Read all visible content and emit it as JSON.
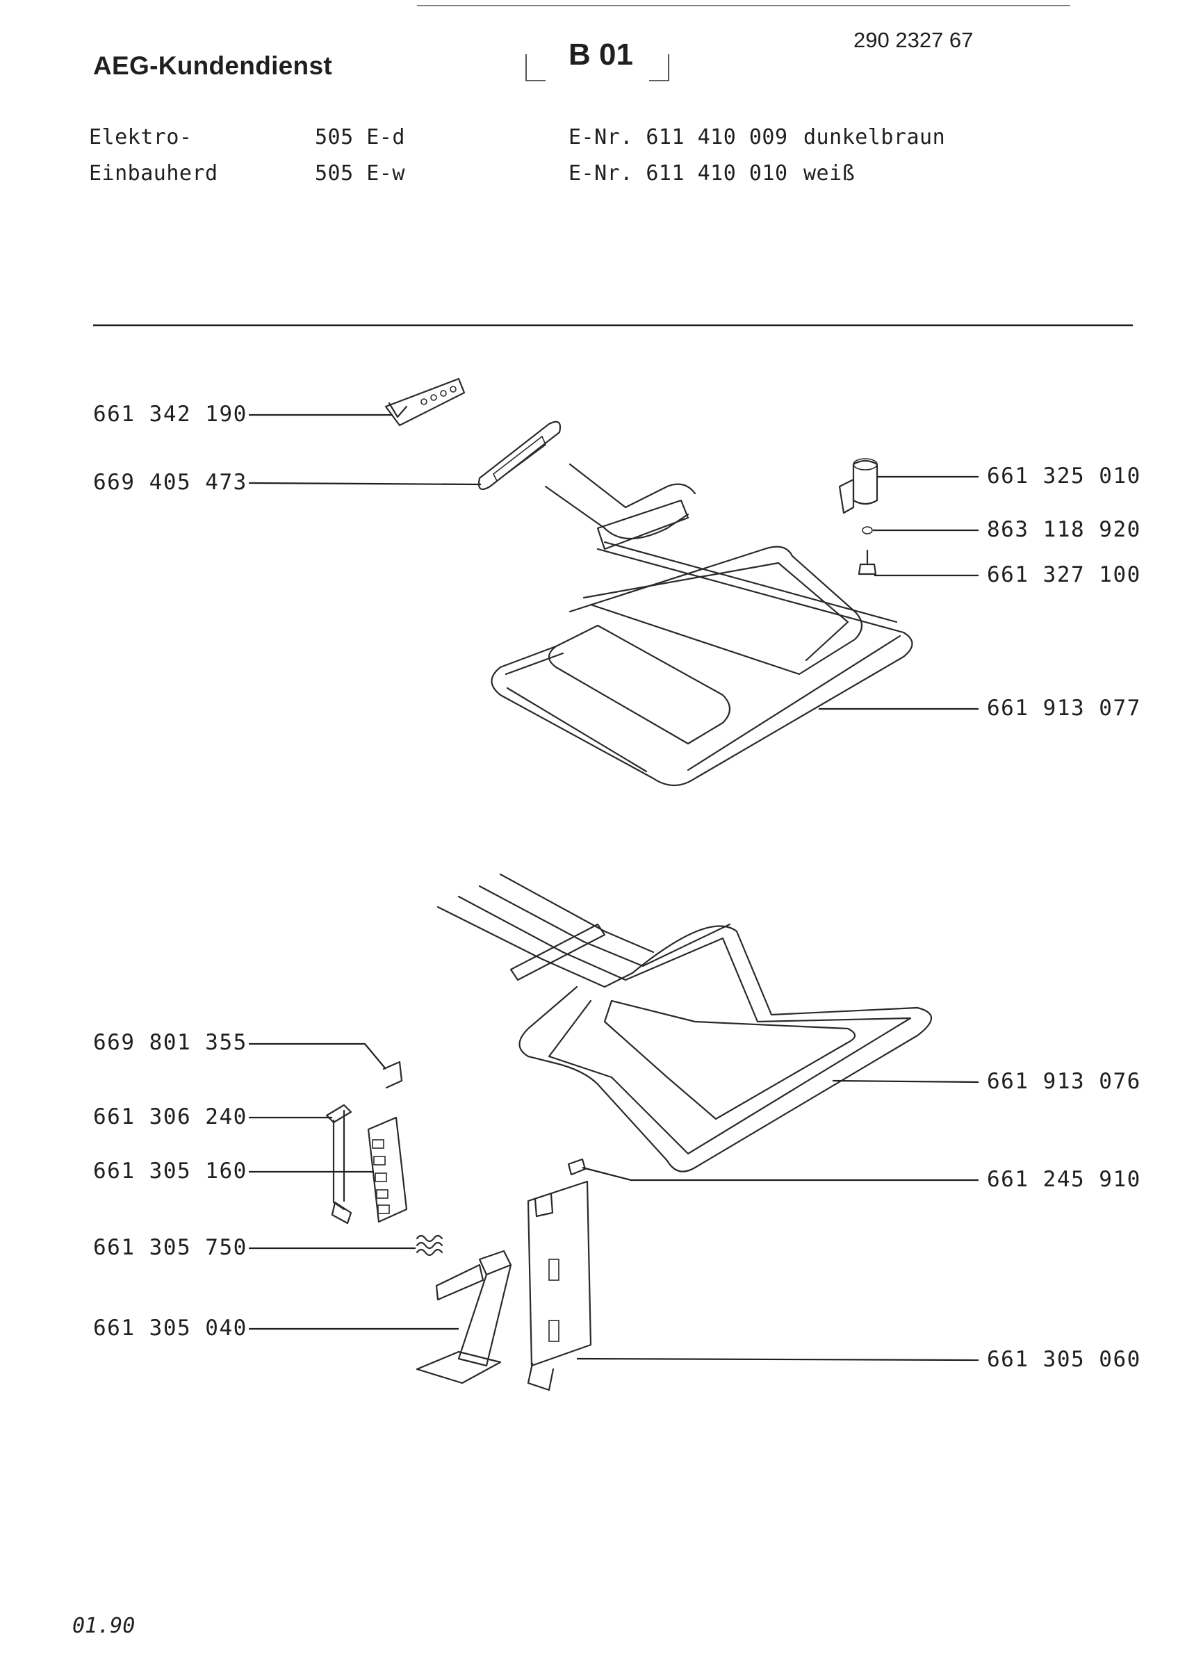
{
  "header": {
    "brand": "AEG-Kundendienst",
    "section_code": "B 01",
    "document_number": "290 2327 67"
  },
  "product_info": [
    {
      "label": "Elektro-",
      "model": "505 E-d",
      "enr": "E-Nr. 611 410 009",
      "color": "dunkelbraun"
    },
    {
      "label": "Einbauherd",
      "model": "505 E-w",
      "enr": "E-Nr. 611 410 010",
      "color": "weiß"
    }
  ],
  "parts": {
    "left": [
      "661 342 190",
      "669 405 473",
      "669 801 355",
      "661 306 240",
      "661 305 160",
      "661 305 750",
      "661 305 040"
    ],
    "right": [
      "661 325 010",
      "863 118 920",
      "661 327 100",
      "661 913 077",
      "661 913 076",
      "661 245 910",
      "661 305 060"
    ]
  },
  "footer": {
    "date": "01.90"
  }
}
